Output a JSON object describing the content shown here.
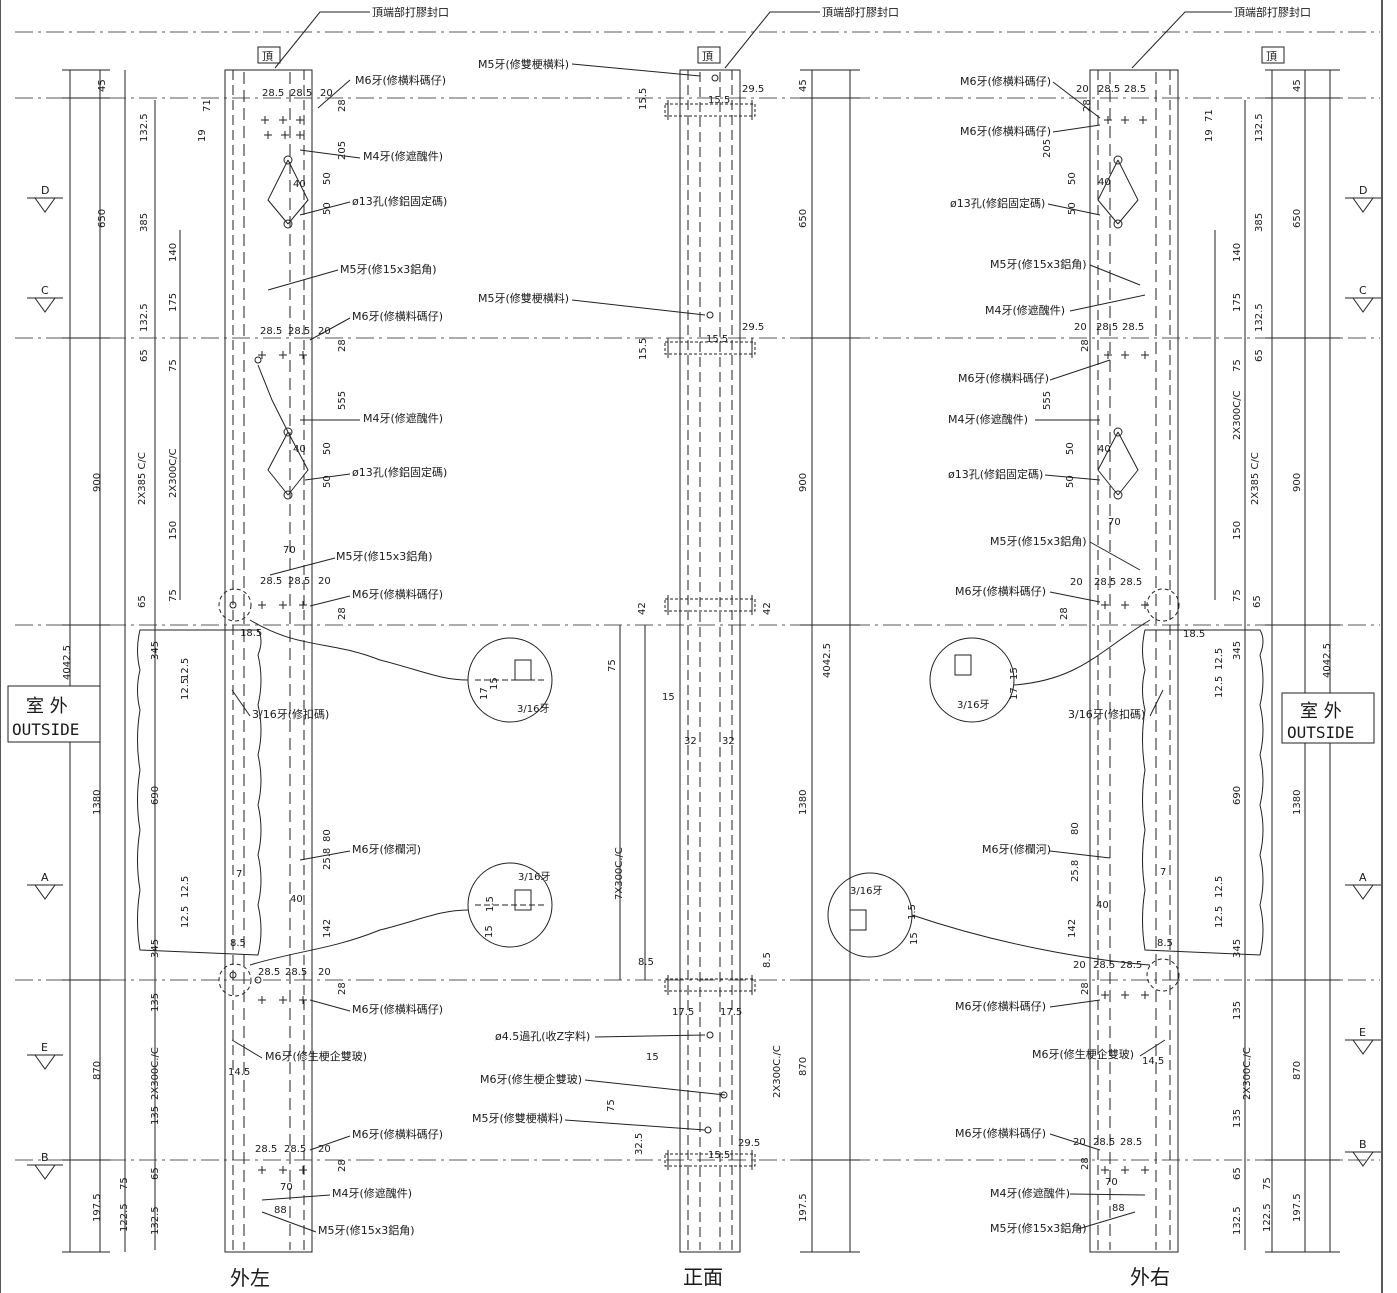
{
  "views": {
    "left": {
      "caption": "外左",
      "top_tag": "頂"
    },
    "front": {
      "caption": "正面",
      "top_tag": "頂"
    },
    "right": {
      "caption": "外右",
      "top_tag": "頂"
    }
  },
  "outside_label": {
    "zh": "室 外",
    "en": "OUTSIDE"
  },
  "top_seal_note": "頂端部打膠封口",
  "section_marks": {
    "D": "D",
    "C": "C",
    "A": "A",
    "E": "E",
    "B": "B"
  },
  "overall_dims": {
    "total": "4042.5",
    "segments": [
      "45",
      "650",
      "900",
      "1380",
      "870",
      "197.5"
    ],
    "sub": [
      "132.5",
      "385",
      "140",
      "175",
      "132.5",
      "65",
      "75",
      "2X385 C/C",
      "2X300C/C",
      "150",
      "75",
      "65",
      "345",
      "690",
      "345",
      "135",
      "2X300C./C",
      "135",
      "65",
      "75",
      "122.5",
      "132.5"
    ],
    "front": [
      "42",
      "75",
      "15",
      "32",
      "7X300C./C",
      "8.5",
      "17.5",
      "15",
      "2X300C./C",
      "75",
      "32.5",
      "15.5",
      "29.5"
    ]
  },
  "callouts": {
    "m6_crosspiece_bracket": "M6牙(修横料碼仔)",
    "m4_sunshade": "M4牙(修遮醜件)",
    "hole13": "ø13孔(修鋁固定碼)",
    "m5_angle": "M5牙(修15x3鋁角)",
    "m6_railing": "M6牙(修欄河)",
    "thread316": "3/16牙(修扣碼)",
    "m6_stile": "M6牙(修生梗企雙玻)",
    "m5_double_stile_cross": "M5牙(修雙梗横料)",
    "hole45": "ø4.5過孔(收Z字料)",
    "m6_stile_front": "M6牙(修生梗企雙玻)"
  },
  "detail_callouts": {
    "thread": "3/16牙",
    "dims": [
      "17",
      "15",
      "1.5",
      "15",
      "18.5",
      "8.5"
    ]
  },
  "dims_small": [
    "28.5",
    "20",
    "28",
    "71",
    "19",
    "205",
    "50",
    "40",
    "555",
    "70",
    "80",
    "25.8",
    "142",
    "88",
    "14.5",
    "7",
    "12.5",
    "32.5",
    "15.5",
    "29.5"
  ]
}
